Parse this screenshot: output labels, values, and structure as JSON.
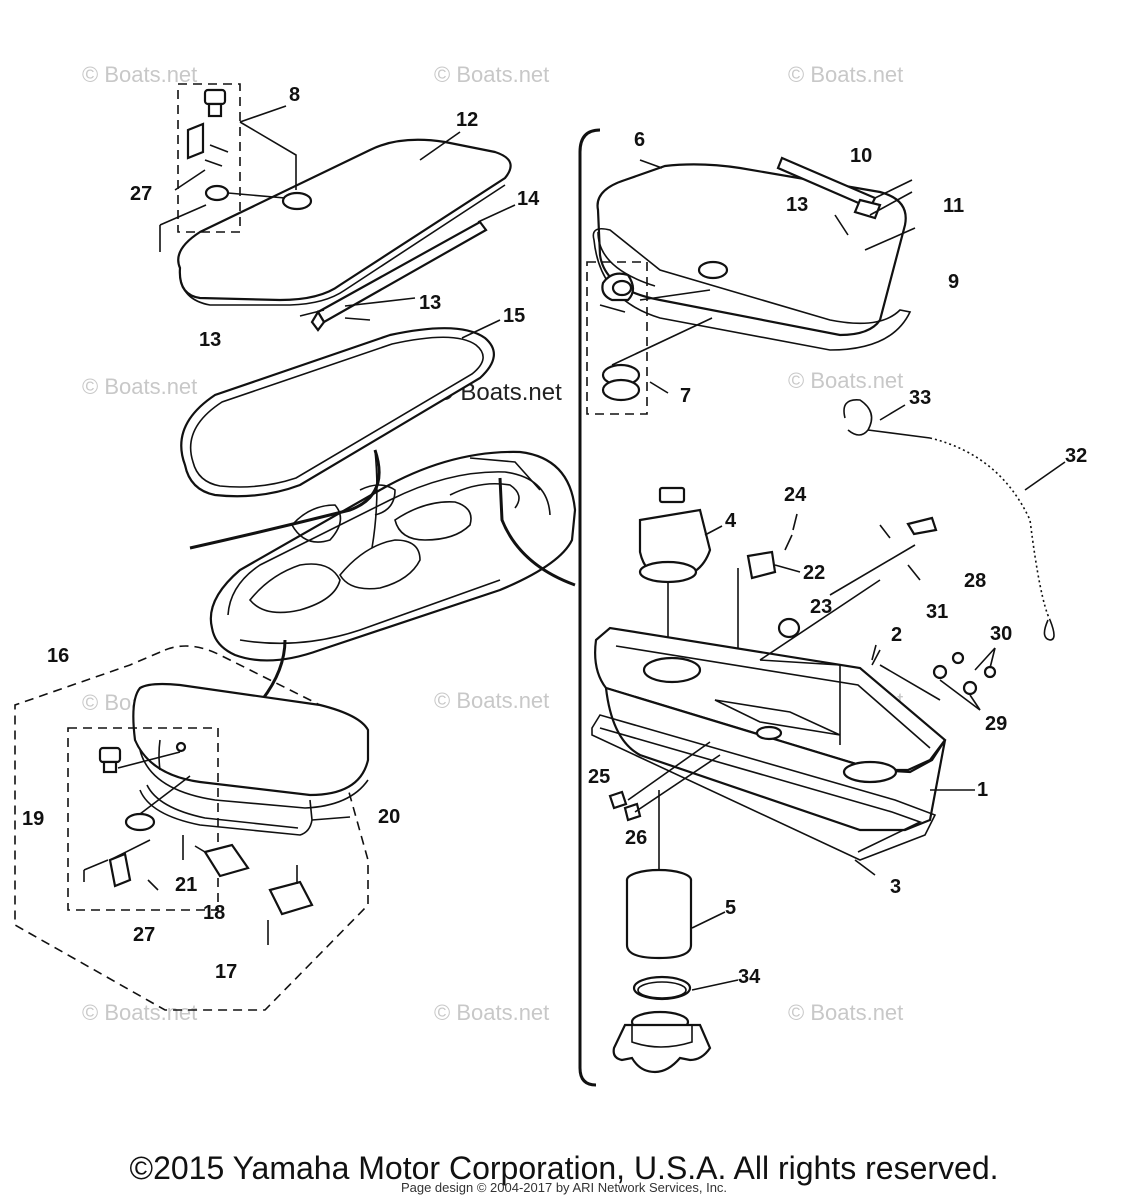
{
  "watermark": "© Boats.net",
  "center_watermark": "© Boats.net",
  "part_labels": [
    "1",
    "2",
    "3",
    "4",
    "5",
    "6",
    "7",
    "8",
    "9",
    "10",
    "11",
    "12",
    "13",
    "14",
    "15",
    "16",
    "17",
    "18",
    "19",
    "20",
    "21",
    "22",
    "23",
    "24",
    "25",
    "26",
    "27",
    "28",
    "29",
    "30",
    "31",
    "32",
    "33",
    "34"
  ],
  "footer": {
    "copyright": "©2015 Yamaha Motor Corporation, U.S.A. All rights reserved.",
    "credit": "Page design © 2004-2017 by ARI Network Services, Inc."
  }
}
